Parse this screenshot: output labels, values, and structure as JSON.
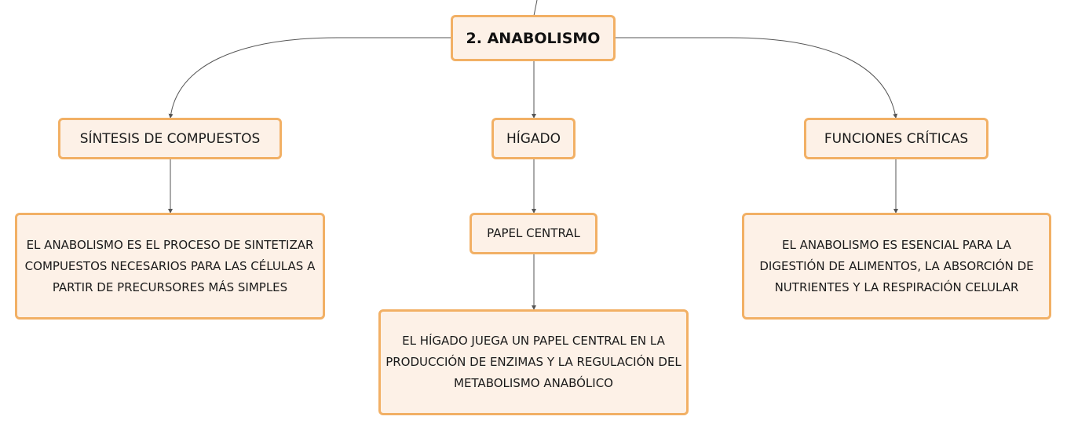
{
  "diagram": {
    "root": {
      "label": "2. ANABOLISMO"
    },
    "branches": [
      {
        "topic": "SÍNTESIS DE COMPUESTOS",
        "details": [
          "EL ANABOLISMO ES EL PROCESO DE SINTETIZAR COMPUESTOS NECESARIOS PARA LAS CÉLULAS A PARTIR DE PRECURSORES MÁS SIMPLES"
        ]
      },
      {
        "topic": "HÍGADO",
        "details": [
          "PAPEL CENTRAL",
          "EL HÍGADO JUEGA UN PAPEL CENTRAL EN LA PRODUCCIÓN DE ENZIMAS Y LA REGULACIÓN DEL METABOLISMO ANABÓLICO"
        ]
      },
      {
        "topic": "FUNCIONES CRÍTICAS",
        "details": [
          "EL ANABOLISMO ES ESENCIAL PARA LA DIGESTIÓN DE ALIMENTOS, LA ABSORCIÓN DE NUTRIENTES Y LA RESPIRACIÓN CELULAR"
        ]
      }
    ]
  },
  "colors": {
    "node_fill": "#fdf1e7",
    "node_border": "#f2b065",
    "connector": "#555555"
  }
}
